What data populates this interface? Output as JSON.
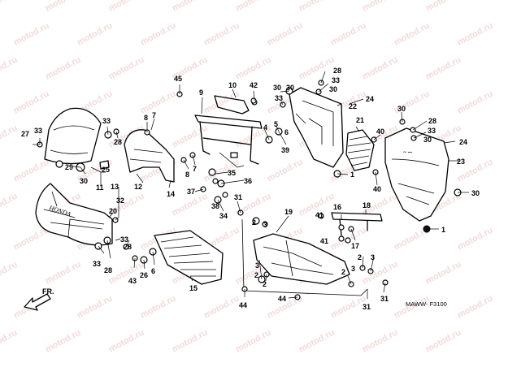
{
  "diagram": {
    "type": "exploded-parts-diagram",
    "diagram_code": "MAWW- F3100",
    "front_indicator": "FR.",
    "watermark_text": "motod.ru",
    "brand_marking": "HONDA",
    "callouts": [
      {
        "id": "c1",
        "label": "1"
      },
      {
        "id": "c2",
        "label": "2"
      },
      {
        "id": "c3",
        "label": "3"
      },
      {
        "id": "c4",
        "label": "4"
      },
      {
        "id": "c5",
        "label": "5"
      },
      {
        "id": "c6",
        "label": "6"
      },
      {
        "id": "c7",
        "label": "7"
      },
      {
        "id": "c8",
        "label": "8"
      },
      {
        "id": "c9",
        "label": "9"
      },
      {
        "id": "c10",
        "label": "10"
      },
      {
        "id": "c11",
        "label": "11"
      },
      {
        "id": "c12",
        "label": "12"
      },
      {
        "id": "c13",
        "label": "13"
      },
      {
        "id": "c14",
        "label": "14"
      },
      {
        "id": "c15",
        "label": "15"
      },
      {
        "id": "c16",
        "label": "16"
      },
      {
        "id": "c17",
        "label": "17"
      },
      {
        "id": "c18",
        "label": "18"
      },
      {
        "id": "c19",
        "label": "19"
      },
      {
        "id": "c20",
        "label": "20"
      },
      {
        "id": "c21",
        "label": "21"
      },
      {
        "id": "c22",
        "label": "22"
      },
      {
        "id": "c23",
        "label": "23"
      },
      {
        "id": "c24",
        "label": "24"
      },
      {
        "id": "c25",
        "label": "25"
      },
      {
        "id": "c26",
        "label": "26"
      },
      {
        "id": "c27",
        "label": "27"
      },
      {
        "id": "c28",
        "label": "28"
      },
      {
        "id": "c29",
        "label": "29"
      },
      {
        "id": "c30",
        "label": "30"
      },
      {
        "id": "c31",
        "label": "31"
      },
      {
        "id": "c32",
        "label": "32"
      },
      {
        "id": "c33",
        "label": "33"
      },
      {
        "id": "c34",
        "label": "34"
      },
      {
        "id": "c35",
        "label": "35"
      },
      {
        "id": "c36",
        "label": "36"
      },
      {
        "id": "c37",
        "label": "37"
      },
      {
        "id": "c38",
        "label": "38"
      },
      {
        "id": "c39",
        "label": "39"
      },
      {
        "id": "c40",
        "label": "40"
      },
      {
        "id": "c41",
        "label": "41"
      },
      {
        "id": "c42",
        "label": "42"
      },
      {
        "id": "c43",
        "label": "43"
      },
      {
        "id": "c44",
        "label": "44"
      },
      {
        "id": "c45",
        "label": "45"
      }
    ]
  }
}
